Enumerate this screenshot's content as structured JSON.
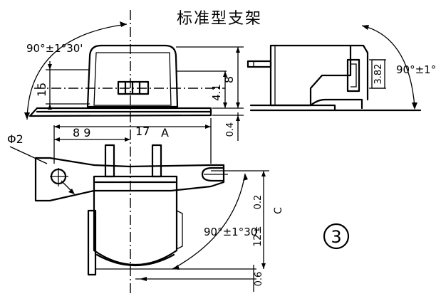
{
  "title": "标准型支架",
  "figure_number": "③",
  "dimensions": {
    "angle_top_left": "90°±1°30'",
    "angle_top_right": "90°±1°",
    "angle_lower": "90°±1°30'",
    "dim_15": "15",
    "dim_4_1": "4.1",
    "dim_8": "8",
    "dim_0_4": "0.4",
    "dim_3_82": "3.82",
    "dim_phi2": "Φ2",
    "dim_8_9": "8 9",
    "dim_17": "17",
    "dim_A": "A",
    "dim_0_2": "0.2",
    "dim_12": "12±",
    "dim_C": "C",
    "dim_0_6": "0.6"
  }
}
